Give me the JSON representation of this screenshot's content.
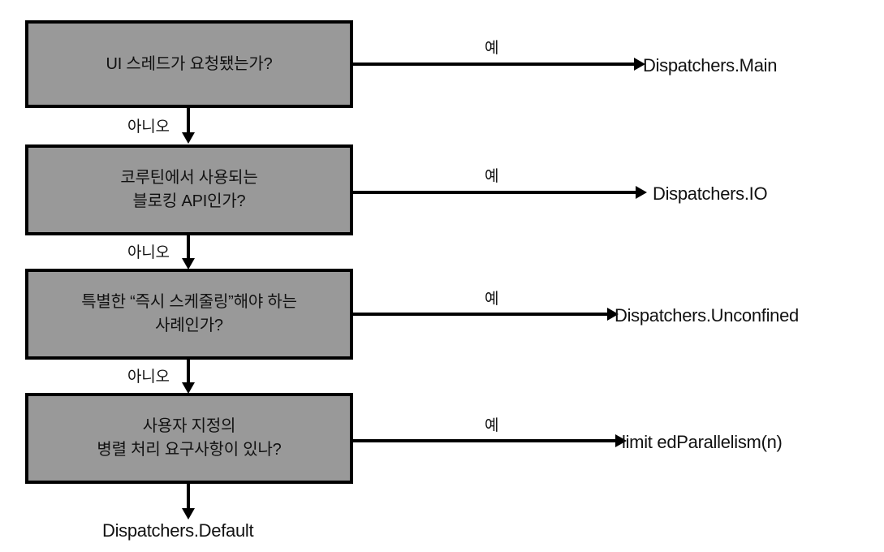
{
  "diagram": {
    "title": "Kotlin Coroutine Dispatcher selection flowchart",
    "colors": {
      "box_fill": "#999999",
      "box_border": "#000000",
      "text": "#111111",
      "background": "#ffffff",
      "line": "#000000"
    },
    "yes_label": "예",
    "no_label": "아니오",
    "nodes": [
      {
        "id": "q1",
        "text": "UI 스레드가 요청됐는가?",
        "yes_label": "예",
        "yes_target": "Dispatchers.Main",
        "no_label": "아니오",
        "no_target": "q2"
      },
      {
        "id": "q2",
        "text": "코루틴에서 사용되는\n블로킹 API인가?",
        "yes_label": "예",
        "yes_target": "Dispatchers.IO",
        "no_label": "아니오",
        "no_target": "q3"
      },
      {
        "id": "q3",
        "text": "특별한 “즉시 스케줄링”해야 하는\n사례인가?",
        "yes_label": "예",
        "yes_target": "Dispatchers.Unconfined",
        "no_label": "아니오",
        "no_target": "q4"
      },
      {
        "id": "q4",
        "text": "사용자 지정의\n병렬 처리 요구사항이 있나?",
        "yes_label": "예",
        "yes_target": "limit edParallelism(n)",
        "no_label": "아니오",
        "no_target": "default"
      }
    ],
    "terminals": [
      {
        "id": "t1",
        "text": "Dispatchers.Main"
      },
      {
        "id": "t2",
        "text": "Dispatchers.IO"
      },
      {
        "id": "t3",
        "text": "Dispatchers.Unconfined"
      },
      {
        "id": "t4",
        "text": "limit edParallelism(n)"
      },
      {
        "id": "t5",
        "text": "Dispatchers.Default"
      }
    ]
  }
}
